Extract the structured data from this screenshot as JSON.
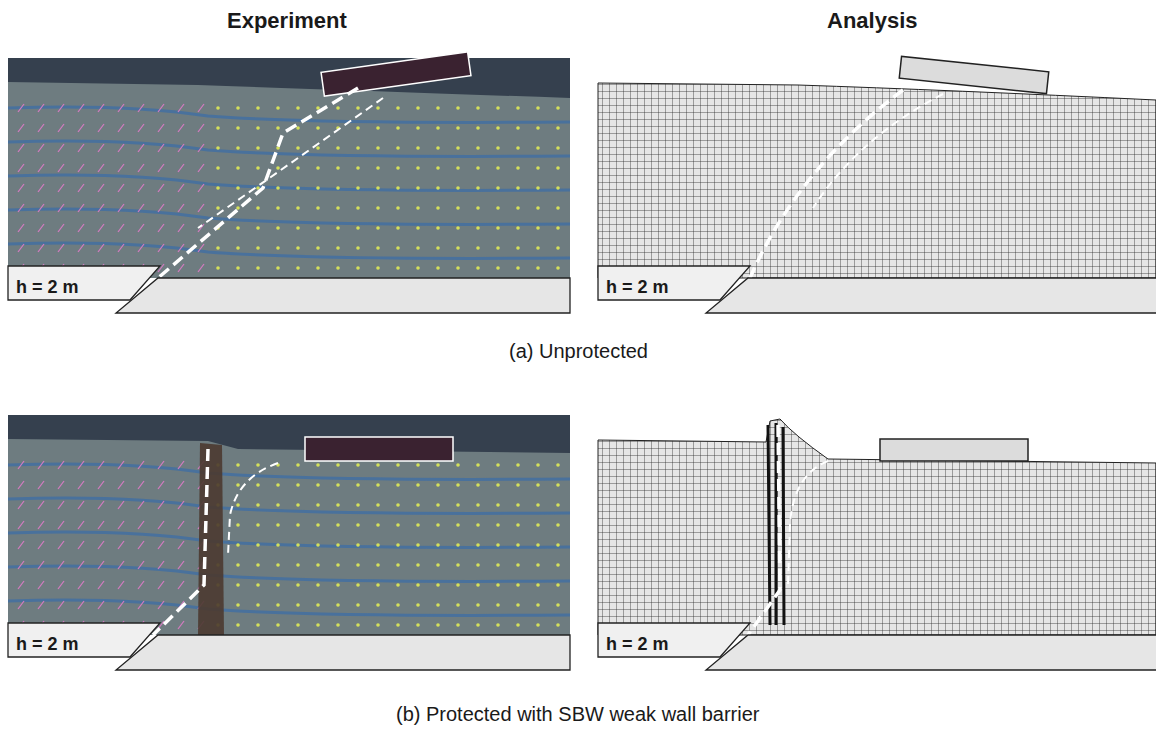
{
  "diagram": {
    "labels": [
      "Experiment",
      "Analysis",
      "h = 2 m",
      "h = 2 m",
      "(a) Unprotected",
      "h = 2 m",
      "h = 2 m",
      "(b) Protected with SBW weak wall barrier"
    ]
  }
}
